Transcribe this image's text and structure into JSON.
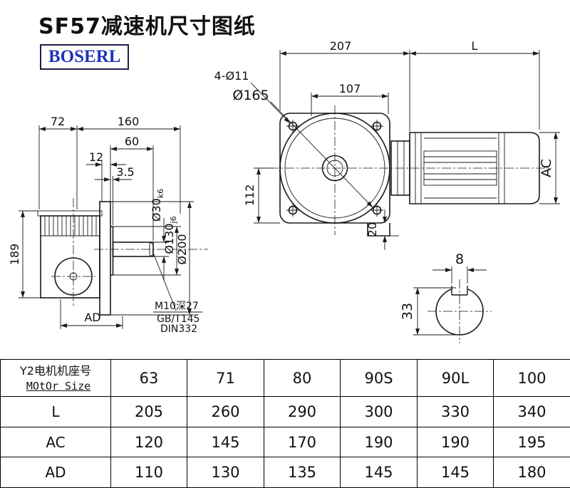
{
  "page": {
    "title": "SF57减速机尺寸图纸",
    "brand": "BOSERL"
  },
  "left_view": {
    "dim_72": "72",
    "dim_160": "160",
    "dim_60": "60",
    "dim_12": "12",
    "dim_3p5": "3.5",
    "dim_189": "189",
    "dim_ad": "AD",
    "dia_shaft_main": "Ø30",
    "dia_shaft_tol": "k6",
    "dia_spigot_main": "Ø130",
    "dia_spigot_tol": "j6",
    "dia_flange": "Ø200",
    "note1": "M10深27",
    "note2": "GB/T145",
    "note3": "DIN332"
  },
  "front_view": {
    "dim_207": "207",
    "dim_l": "L",
    "dim_107": "107",
    "holes": "4-Ø11",
    "dia_165": "Ø165",
    "dim_112": "112",
    "dim_20": "20",
    "dim_ac": "AC"
  },
  "section_view": {
    "dim_8": "8",
    "dim_33": "33"
  },
  "table": {
    "header": {
      "line1": "Y2电机机座号",
      "line2": "MOtOr Size"
    },
    "sizes": [
      "63",
      "71",
      "80",
      "90S",
      "90L",
      "100"
    ],
    "rows": [
      {
        "label": "L",
        "values": [
          "205",
          "260",
          "290",
          "300",
          "330",
          "340"
        ]
      },
      {
        "label": "AC",
        "values": [
          "120",
          "145",
          "170",
          "190",
          "190",
          "195"
        ]
      },
      {
        "label": "AD",
        "values": [
          "110",
          "130",
          "135",
          "145",
          "145",
          "180"
        ]
      }
    ]
  }
}
